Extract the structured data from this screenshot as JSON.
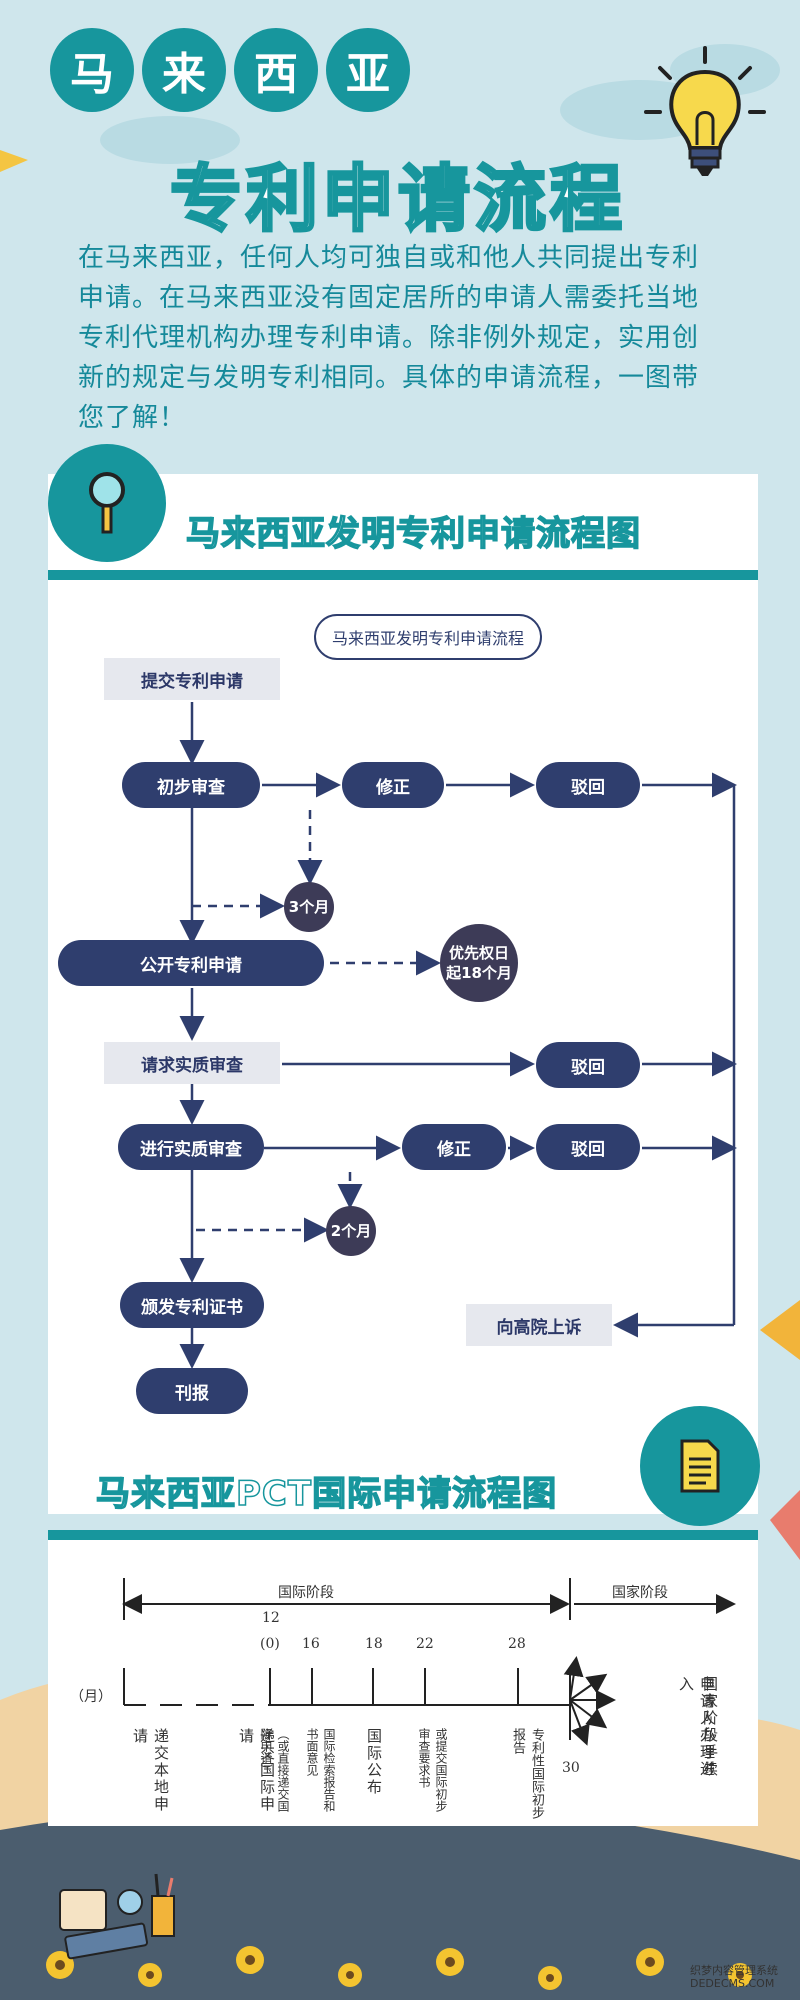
{
  "header": {
    "title_chars": [
      "马",
      "来",
      "西",
      "亚"
    ],
    "main_title": "专利申请流程",
    "intro": "在马来西亚，任何人均可独自或和他人共同提出专利申请。在马来西亚没有固定居所的申请人需委托当地专利代理机构办理专利申请。除非例外规定，实用创新的规定与发明专利相同。具体的申请流程，一图带您了解！"
  },
  "invention": {
    "section_title": "马来西亚发明专利申请流程图",
    "flow_title": "马来西亚发明专利申请流程",
    "steps": {
      "submit": "提交专利申请",
      "prelim": "初步审查",
      "amend1": "修正",
      "reject1": "驳回",
      "three_months": "3个月",
      "publish": "公开专利申请",
      "priority_line1": "优先权日",
      "priority_line2": "起18个月",
      "request_exam": "请求实质审查",
      "reject2": "驳回",
      "exam": "进行实质审查",
      "amend2": "修正",
      "reject3": "驳回",
      "two_months": "2个月",
      "grant": "颁发专利证书",
      "appeal": "向高院上诉",
      "gazette": "刊报"
    }
  },
  "pct": {
    "section_title": "马来西亚PCT国际申请流程图",
    "intl_phase": "国际阶段",
    "national_phase": "国家阶段",
    "unit": "（月）",
    "ticks": {
      "t12": "12",
      "t0": "(0)",
      "t16": "16",
      "t18": "18",
      "t22": "22",
      "t28": "28",
      "t30": "30"
    },
    "events": {
      "local": "递交本地申请",
      "intl": "递交国际申请",
      "direct": "（或直接递交国际申请）",
      "search": "国际检索报告和书面意见",
      "publication": "国际公布",
      "prelim_req": "或提交国际初步审查要求书",
      "prelim_report": "专利性国际初步报告",
      "national_entry1": "国家阶段手续",
      "national_entry2": "申请人办理进入"
    }
  },
  "footer": {
    "watermark1": "织梦内容管理系统",
    "watermark2": "DEDECMS.COM"
  }
}
